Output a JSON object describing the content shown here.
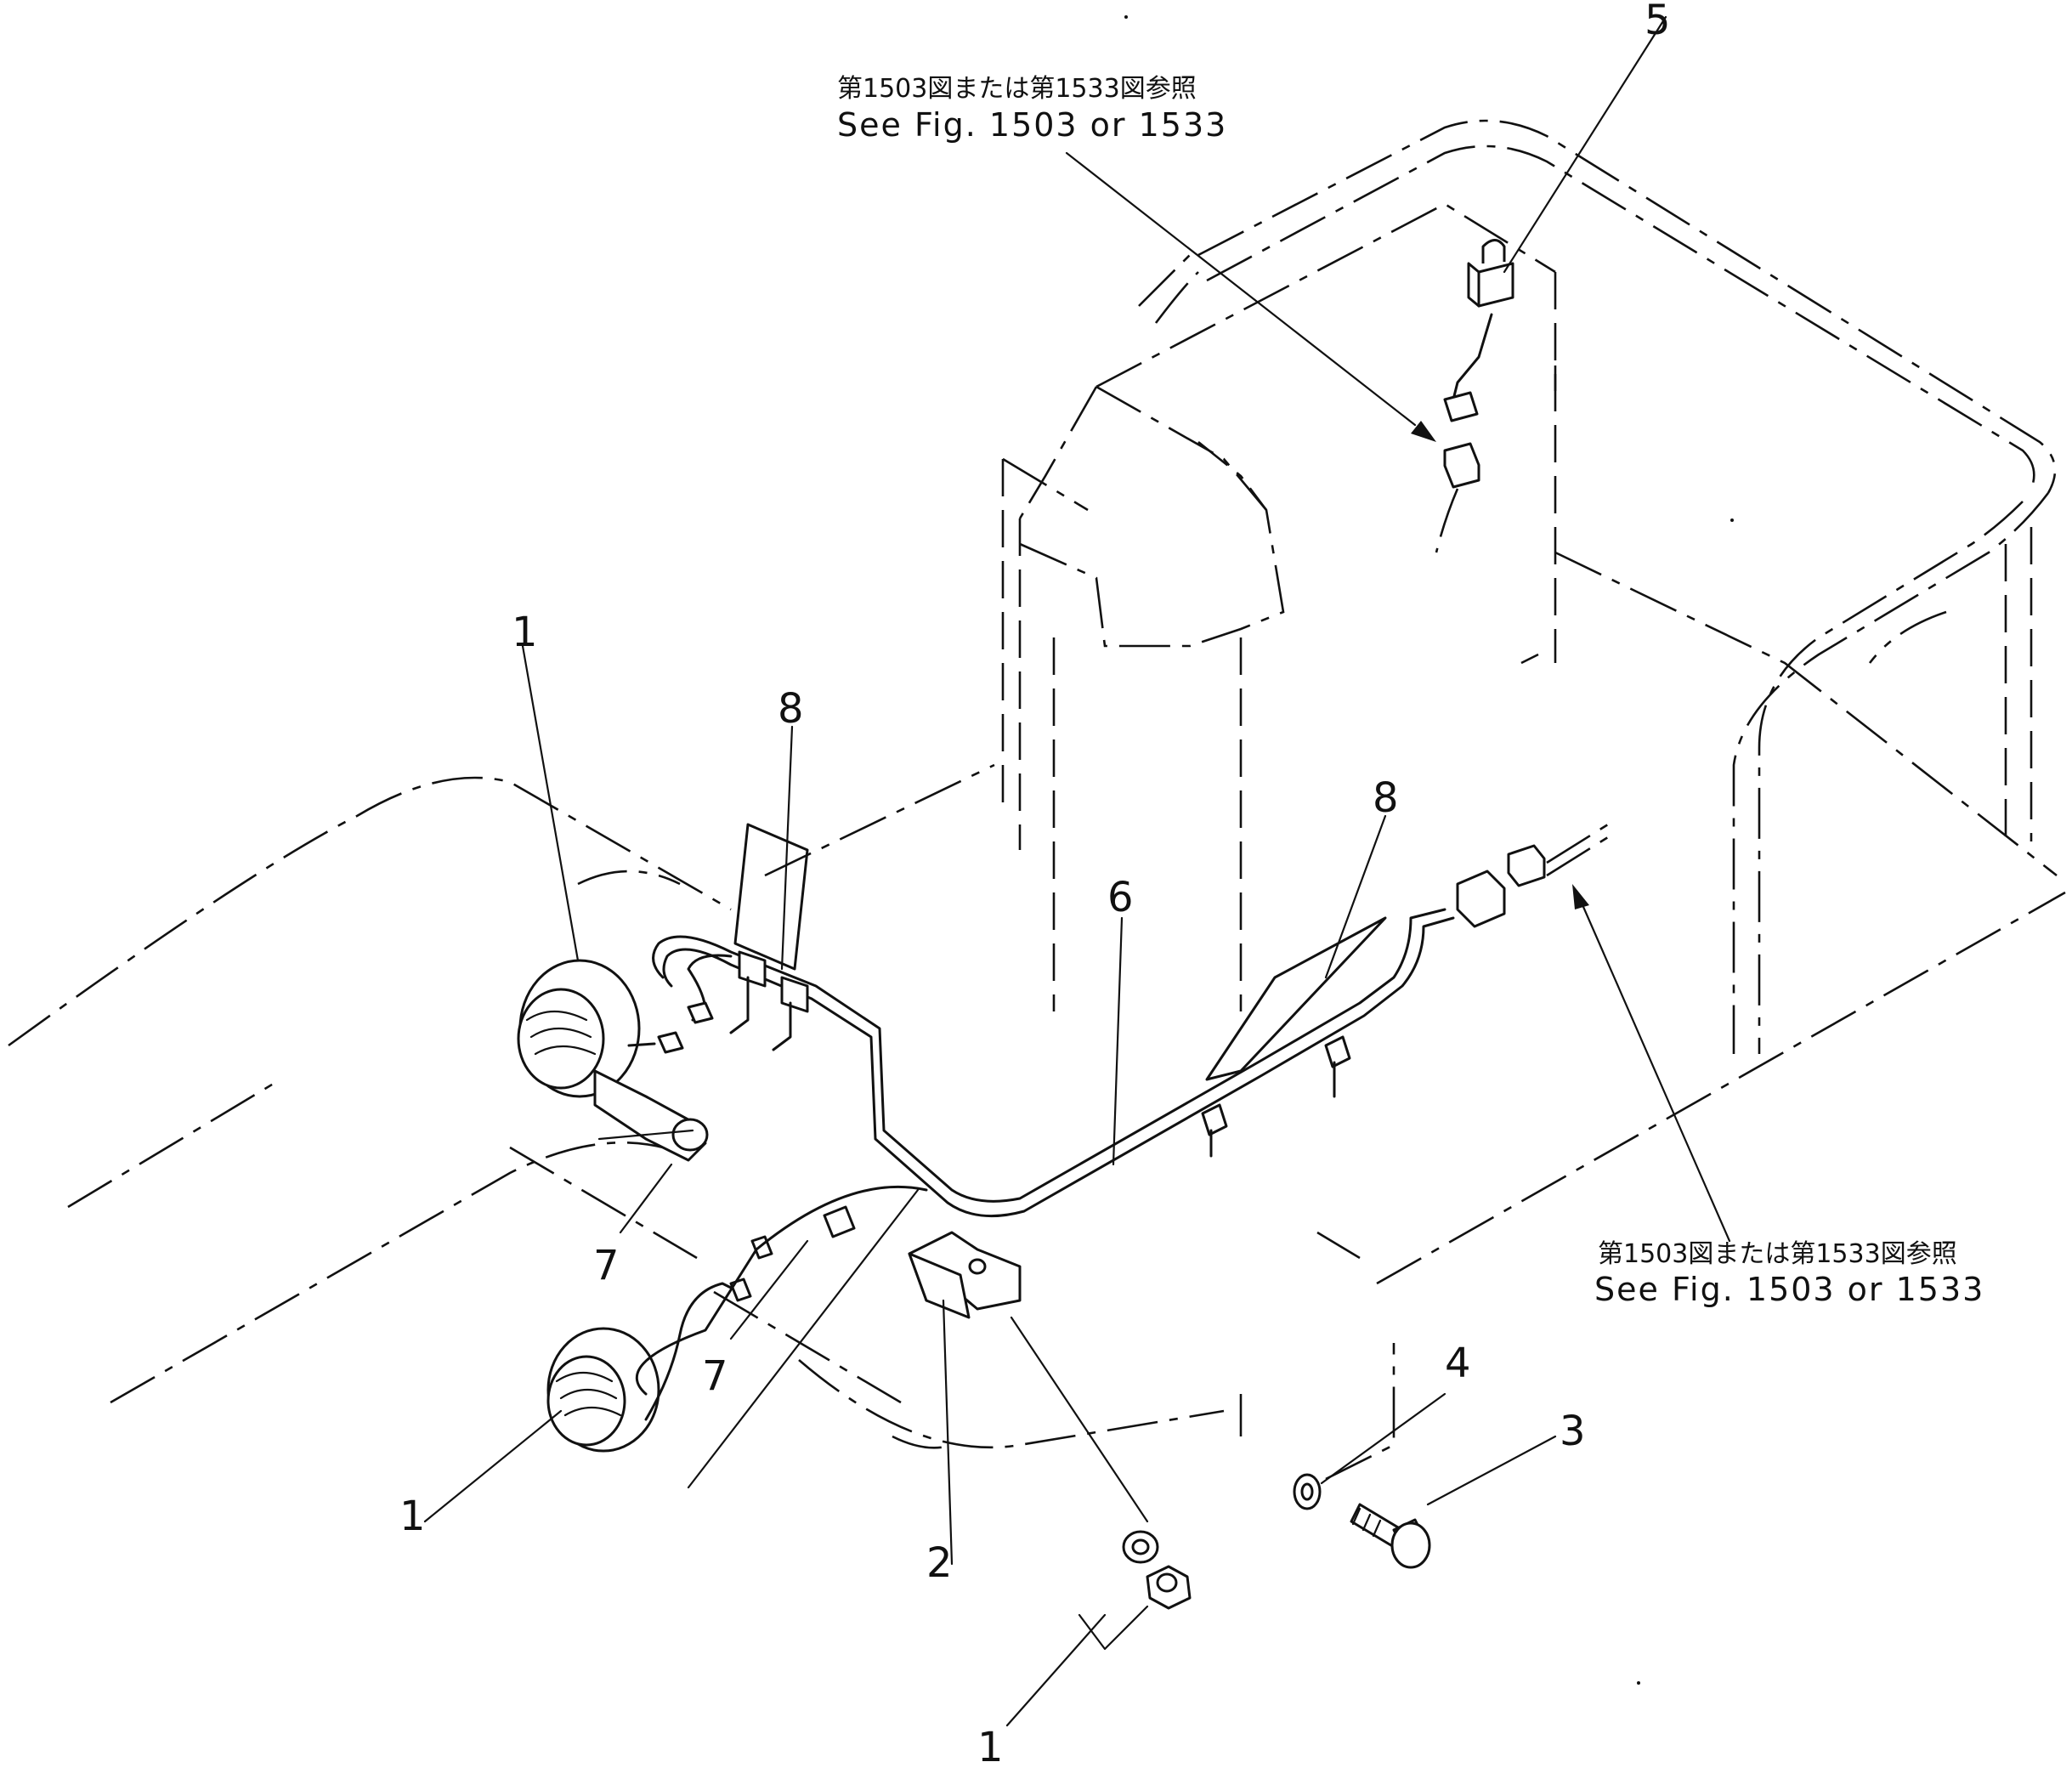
{
  "diagram": {
    "cross_refs": [
      {
        "jp": "第1503図または第1533図参照",
        "en": "See Fig. 1503 or 1533"
      },
      {
        "jp": "第1503図または第1533図参照",
        "en": "See Fig. 1503 or 1533"
      }
    ],
    "callouts": [
      "1",
      "1",
      "1",
      "2",
      "3",
      "4",
      "5",
      "6",
      "7",
      "7",
      "8",
      "8"
    ]
  }
}
